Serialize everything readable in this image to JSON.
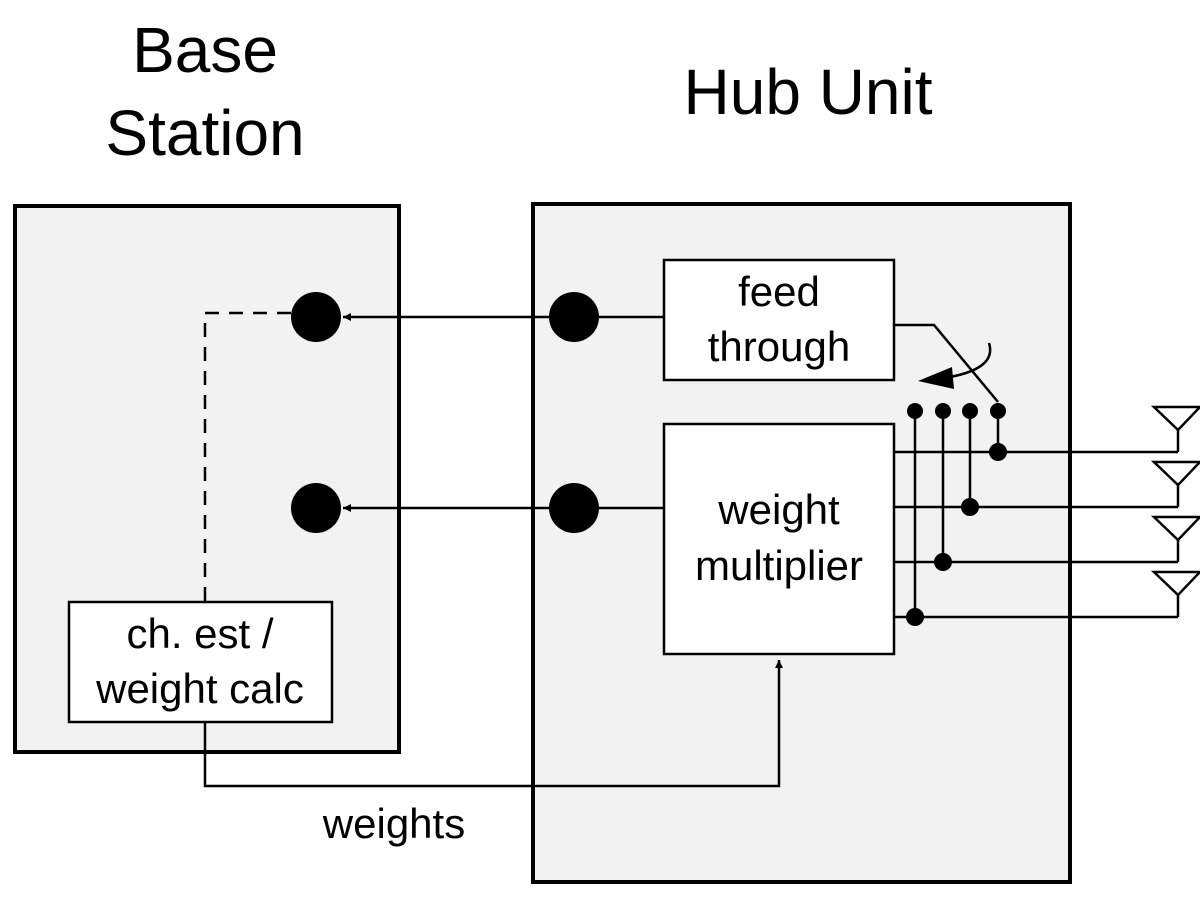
{
  "titles": {
    "base_station_line1": "Base",
    "base_station_line2": "Station",
    "hub_unit": "Hub Unit"
  },
  "blocks": {
    "feed_through_line1": "feed",
    "feed_through_line2": "through",
    "weight_multiplier_line1": "weight",
    "weight_multiplier_line2": "multiplier",
    "channel_est_line1": "ch. est /",
    "channel_est_line2": "weight calc"
  },
  "signals": {
    "weights": "weights"
  },
  "antennas": {
    "count": 4
  }
}
